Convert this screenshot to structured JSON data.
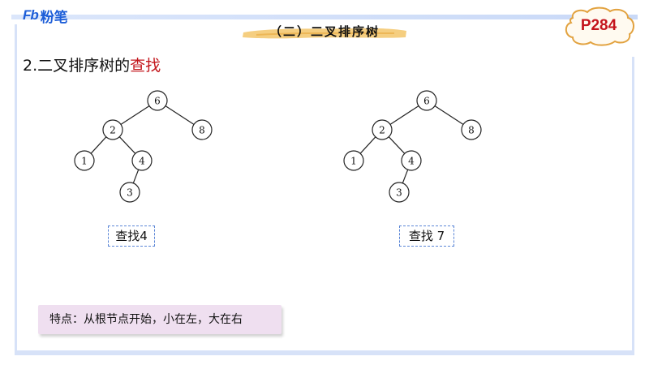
{
  "logo": {
    "mark": "Fb",
    "name": "粉笔"
  },
  "header": {
    "title": "（二）二叉排序树",
    "page_badge": "P284"
  },
  "heading": {
    "prefix": "2.二叉排序树的",
    "highlight": "查找"
  },
  "trees": [
    {
      "nodes": [
        {
          "id": "n6",
          "label": "6"
        },
        {
          "id": "n2",
          "label": "2"
        },
        {
          "id": "n8",
          "label": "8"
        },
        {
          "id": "n1",
          "label": "1"
        },
        {
          "id": "n4",
          "label": "4"
        },
        {
          "id": "n3",
          "label": "3"
        }
      ],
      "edges": [
        [
          "n6",
          "n2"
        ],
        [
          "n6",
          "n8"
        ],
        [
          "n2",
          "n1"
        ],
        [
          "n2",
          "n4"
        ],
        [
          "n4",
          "n3"
        ]
      ],
      "caption": "查找4"
    },
    {
      "nodes": [
        {
          "id": "n6",
          "label": "6"
        },
        {
          "id": "n2",
          "label": "2"
        },
        {
          "id": "n8",
          "label": "8"
        },
        {
          "id": "n1",
          "label": "1"
        },
        {
          "id": "n4",
          "label": "4"
        },
        {
          "id": "n3",
          "label": "3"
        }
      ],
      "edges": [
        [
          "n6",
          "n2"
        ],
        [
          "n6",
          "n8"
        ],
        [
          "n2",
          "n1"
        ],
        [
          "n2",
          "n4"
        ],
        [
          "n4",
          "n3"
        ]
      ],
      "caption": "查找 7"
    }
  ],
  "note": "特点：从根节点开始，小在左，大在右",
  "colors": {
    "accent_red": "#c3161c",
    "brand_blue": "#1d5ed8",
    "frame_blue": "#d7e2f8",
    "note_bg": "#efdff0",
    "brush_yellow": "#f3c56a"
  }
}
